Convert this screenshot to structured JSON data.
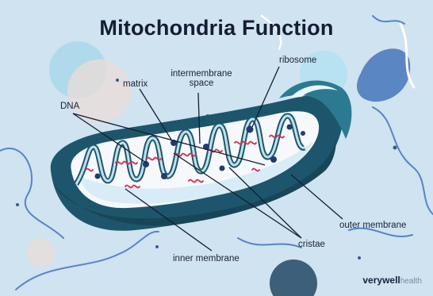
{
  "title": "Mitochondria Function",
  "labels": {
    "matrix": "matrix",
    "intermembrane_space": "intermembrane space",
    "intermembrane_line1": "intermembrane",
    "intermembrane_line2": "space",
    "ribosome": "ribosome",
    "dna": "DNA",
    "outer_membrane": "outer membrane",
    "cristae": "cristae",
    "inner_membrane": "inner membrane"
  },
  "branding": {
    "brand_bold": "verywell",
    "brand_light": "health"
  },
  "colors": {
    "background": "#cfe3f0",
    "outer_membrane": "#1d566c",
    "outer_membrane_rim": "#2c7a92",
    "inner_matrix": "#f6f8fb",
    "cristae_dna": "#d2314f",
    "ribosome_dots": "#233b72",
    "title": "#141d33"
  }
}
